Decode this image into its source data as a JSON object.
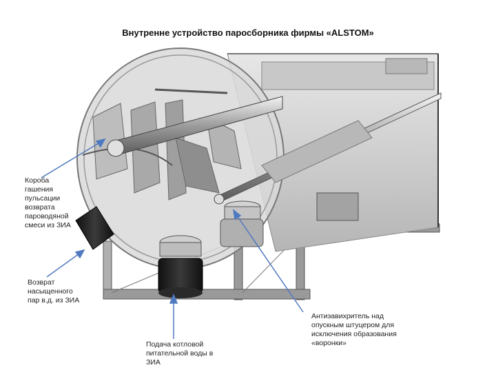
{
  "title": "Внутренне устройство паросборника фирмы «ALSTOM»",
  "labels": {
    "shock_boxes": "Короба гашения пульсации возврата пароводяной смеси из ЗИА",
    "steam_return": "Возврат насыщенного пар в.д. из ЗИА",
    "feedwater": "Подача котловой питательной воды в ЗИА",
    "anti_vortex": "Антизавихритель над опускным штуцером для исключения образования «воронки»"
  },
  "colors": {
    "arrow": "#4f79c0",
    "metal_light": "#d6d6d6",
    "metal_mid": "#a8a8a8",
    "metal_dark": "#5a5a5a",
    "black_part": "#1e1e1e"
  }
}
